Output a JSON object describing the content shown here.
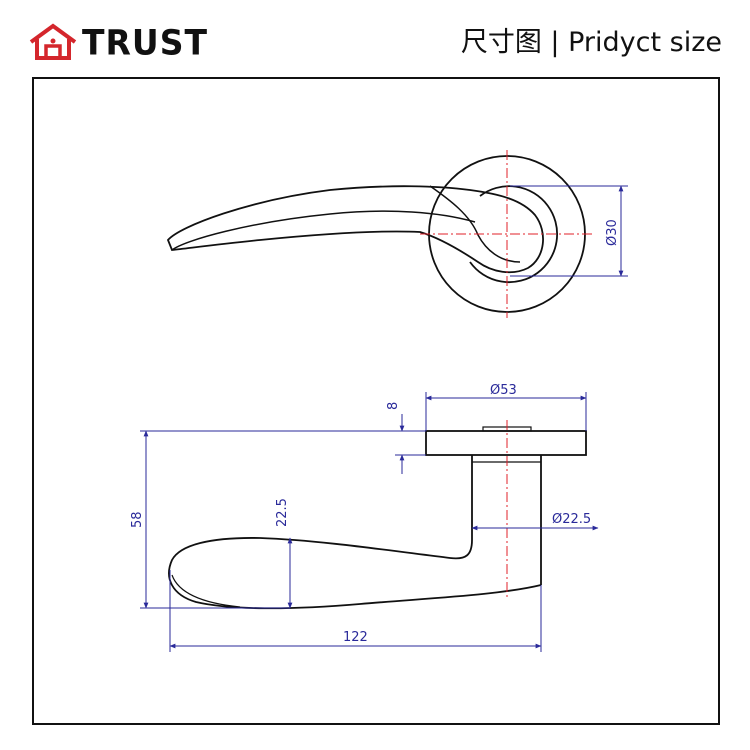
{
  "header": {
    "logo_text": "TRUST",
    "title": "尺寸图 | Pridyct size"
  },
  "dimensions": {
    "rose_diameter_top": "Ø30",
    "rose_diameter": "Ø53",
    "rose_thickness": "8",
    "neck_diameter": "Ø22.5",
    "lever_width": "22.5",
    "height": "58",
    "length": "122"
  },
  "colors": {
    "outline": "#111111",
    "dimension": "#2a2a9a",
    "centerline": "#e0202a",
    "logo_red": "#d4262c"
  }
}
